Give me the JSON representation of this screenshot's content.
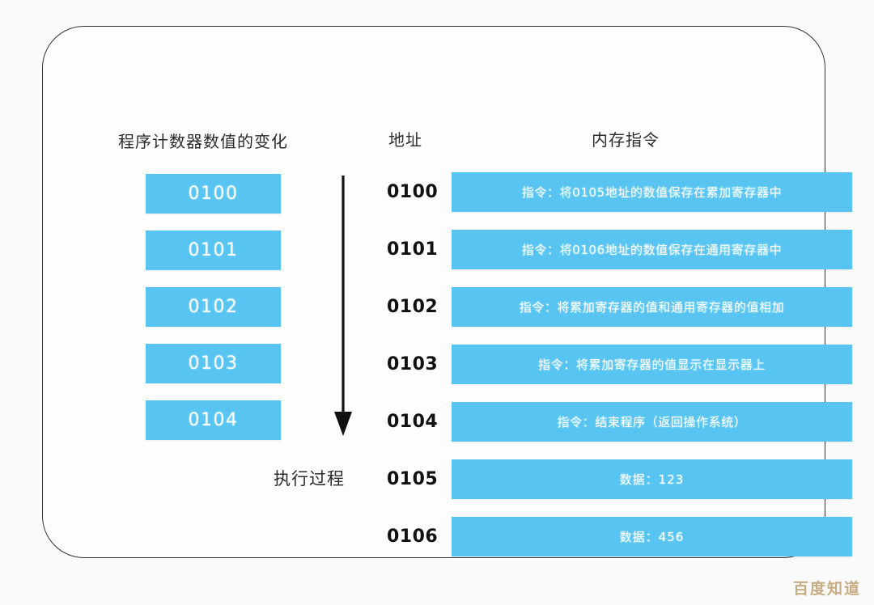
{
  "figure": {
    "background_color": "#fafafa",
    "frame_border_color": "#333333",
    "accent_color": "#57c4f2",
    "box_text_color": "#ffffff",
    "watermark_color": "#c6ad84"
  },
  "headers": {
    "pc": "程序计数器数值的变化",
    "address": "地址",
    "memory": "内存指令"
  },
  "program_counter": {
    "values": [
      {
        "value": "0100"
      },
      {
        "value": "0101"
      },
      {
        "value": "0102"
      },
      {
        "value": "0103"
      },
      {
        "value": "0104"
      }
    ],
    "arrow_label": "执行过程"
  },
  "memory": {
    "rows": [
      {
        "address": "0100",
        "content": "指令：将0105地址的数值保存在累加寄存器中",
        "kind": "instruction"
      },
      {
        "address": "0101",
        "content": "指令：将0106地址的数值保存在通用寄存器中",
        "kind": "instruction"
      },
      {
        "address": "0102",
        "content": "指令：将累加寄存器的值和通用寄存器的值相加",
        "kind": "instruction"
      },
      {
        "address": "0103",
        "content": "指令：将累加寄存器的值显示在显示器上",
        "kind": "instruction"
      },
      {
        "address": "0104",
        "content": "指令：结束程序（返回操作系统）",
        "kind": "instruction"
      },
      {
        "address": "0105",
        "content": "数据：123",
        "kind": "data"
      },
      {
        "address": "0106",
        "content": "数据：456",
        "kind": "data"
      }
    ]
  },
  "watermark": {
    "text": "百度知道"
  }
}
